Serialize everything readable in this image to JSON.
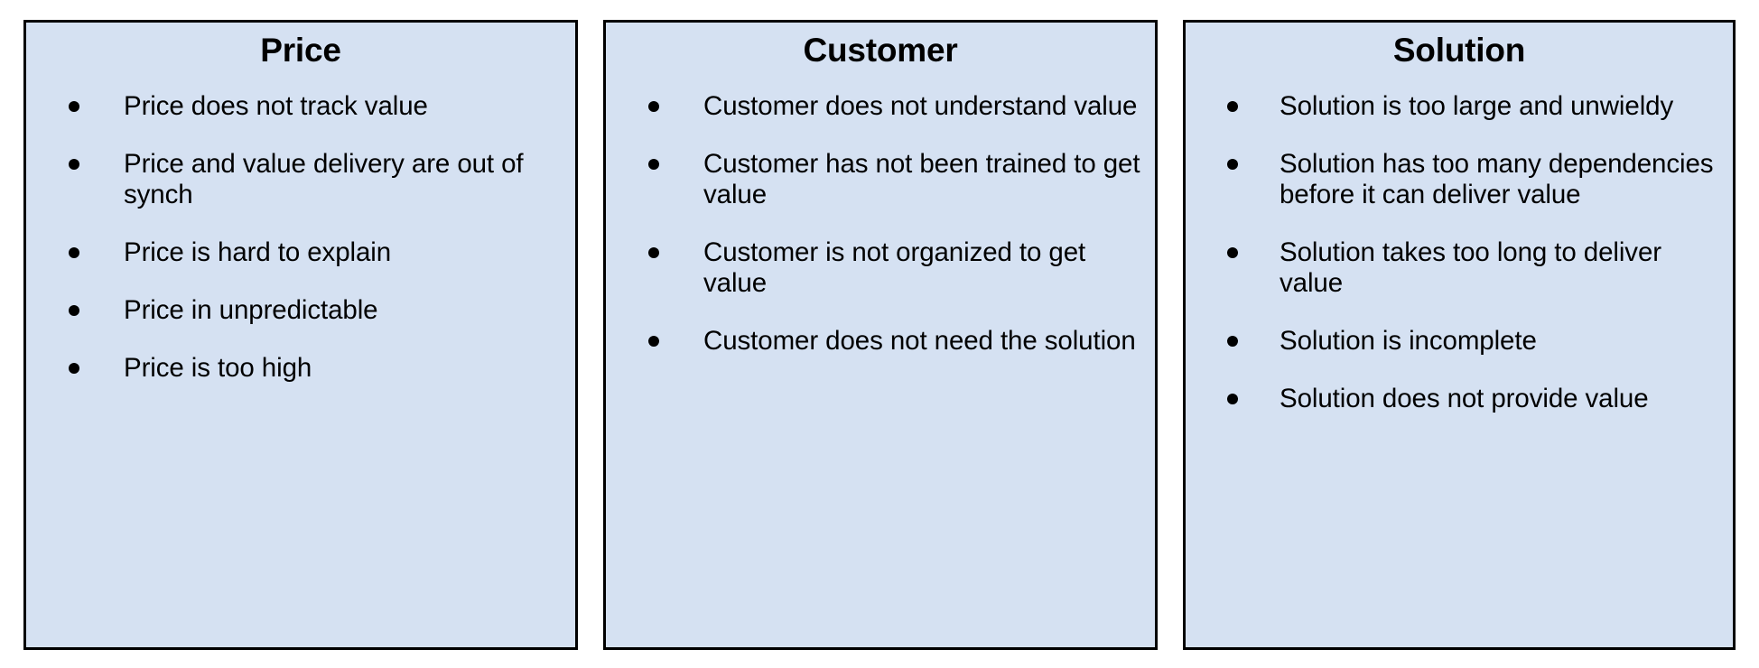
{
  "meta": {
    "panel_bg": "#d5e1f2",
    "panel_border": "#000000",
    "text_color": "#000000",
    "bullet_glyph": "bullet-dot"
  },
  "panels": [
    {
      "title": "Price",
      "items": [
        "Price does not track value",
        "Price and value delivery are out of synch",
        "Price is hard to explain",
        "Price in unpredictable",
        "Price is too high"
      ]
    },
    {
      "title": "Customer",
      "items": [
        "Customer does not understand value",
        "Customer has not been trained to get value",
        "Customer is not organized to get value",
        "Customer does not need the solution"
      ]
    },
    {
      "title": "Solution",
      "items": [
        "Solution is too large and unwieldy",
        "Solution has too many dependencies before it can deliver value",
        "Solution takes too long to deliver value",
        "Solution is incomplete",
        "Solution does not provide value"
      ]
    }
  ]
}
